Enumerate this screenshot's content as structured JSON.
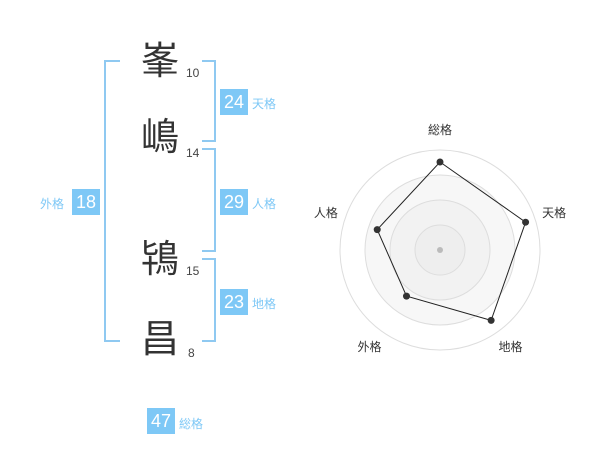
{
  "name": {
    "chars": [
      {
        "char": "峯",
        "strokes": "10"
      },
      {
        "char": "嶋",
        "strokes": "14"
      },
      {
        "char": "鴇",
        "strokes": "15"
      },
      {
        "char": "昌",
        "strokes": "8"
      }
    ]
  },
  "kaku": {
    "tenkaku": {
      "value": "24",
      "label": "天格"
    },
    "jinkaku": {
      "value": "29",
      "label": "人格"
    },
    "chikaku": {
      "value": "23",
      "label": "地格"
    },
    "gaikaku": {
      "value": "18",
      "label": "外格"
    },
    "soukaku": {
      "value": "47",
      "label": "総格"
    }
  },
  "colors": {
    "accent": "#7ec8f6",
    "bracket": "#8fc9f1",
    "text": "#333333"
  },
  "chart_data": {
    "type": "radar",
    "axes": [
      "総格",
      "天格",
      "地格",
      "外格",
      "人格"
    ],
    "values": [
      0.88,
      0.9,
      0.87,
      0.57,
      0.66
    ],
    "range": [
      0,
      1
    ],
    "rings": 4,
    "grid": true
  }
}
